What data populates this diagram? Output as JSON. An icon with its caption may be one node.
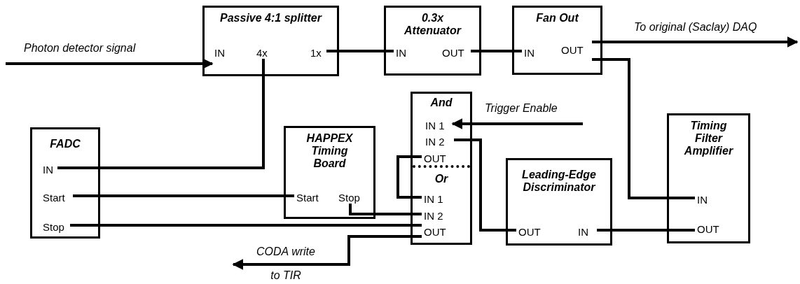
{
  "diagram": {
    "nodes": [
      {
        "text": [
          "Passive 4:1 splitter"
        ]
      },
      {
        "text": [
          "IN"
        ],
        "in": 0
      },
      {
        "text": [
          "4x"
        ],
        "in": 0
      },
      {
        "text": [
          "1x"
        ],
        "in": 0
      },
      {
        "text": [
          "0.3x Attenuator"
        ]
      },
      {
        "text": [
          "IN"
        ],
        "in": 4
      },
      {
        "text": [
          "OUT"
        ],
        "in": 4
      },
      {
        "text": [
          "Fan Out"
        ]
      },
      {
        "text": [
          "IN"
        ],
        "in": 7
      },
      {
        "text": [
          "OUT"
        ],
        "in": 7
      },
      {
        "text": [
          "And",
          "Or"
        ]
      },
      {
        "text": [
          "IN 1"
        ],
        "in": 10
      },
      {
        "text": [
          "IN 2"
        ],
        "in": 10
      },
      {
        "text": [
          "OUT"
        ],
        "in": 10
      },
      {
        "text": [
          "IN 1"
        ],
        "in": 10
      },
      {
        "text": [
          "IN 2"
        ],
        "in": 10
      },
      {
        "text": [
          "OUT"
        ],
        "in": 10
      },
      {
        "text": [
          "FADC"
        ]
      },
      {
        "text": [
          "IN"
        ],
        "in": 17
      },
      {
        "text": [
          "Start"
        ],
        "in": 17
      },
      {
        "text": [
          "Stop"
        ],
        "in": 17
      },
      {
        "text": [
          "HAPPEX Timing Board"
        ]
      },
      {
        "text": [
          "Start"
        ],
        "in": 21
      },
      {
        "text": [
          "Stop"
        ],
        "in": 21
      },
      {
        "text": [
          "Leading-Edge Discriminator"
        ]
      },
      {
        "text": [
          "OUT"
        ],
        "in": 24
      },
      {
        "text": [
          "IN"
        ],
        "in": 24
      },
      {
        "text": [
          "Timing Filter Amplifier"
        ]
      },
      {
        "text": [
          "IN"
        ],
        "in": 27
      },
      {
        "text": [
          "OUT"
        ],
        "in": 27
      }
    ],
    "edges": [
      {
        "from": null,
        "to": 1,
        "arrow": "to",
        "label": "Photon detector signal"
      },
      {
        "from": 3,
        "to": 5,
        "arrow": "none"
      },
      {
        "from": 6,
        "to": 8,
        "arrow": "none"
      },
      {
        "from": 9,
        "to": null,
        "arrow": "to",
        "label": "To original (Saclay) DAQ"
      },
      {
        "from": 9,
        "to": 28,
        "arrow": "none"
      },
      {
        "from": 2,
        "to": 18,
        "arrow": "none"
      },
      {
        "from": null,
        "to": 11,
        "arrow": "to",
        "label": "Trigger Enable"
      },
      {
        "from": 12,
        "to": 25,
        "arrow": "none"
      },
      {
        "from": 13,
        "to": 14,
        "arrow": "none"
      },
      {
        "from": 23,
        "to": 15,
        "arrow": "none"
      },
      {
        "from": 19,
        "to": 22,
        "arrow": "none"
      },
      {
        "from": 20,
        "to": 16,
        "arrow": "none"
      },
      {
        "from": 16,
        "to": null,
        "arrow": "to",
        "label": "CODA write to TIR"
      },
      {
        "from": 26,
        "to": 29,
        "arrow": "none"
      }
    ]
  }
}
